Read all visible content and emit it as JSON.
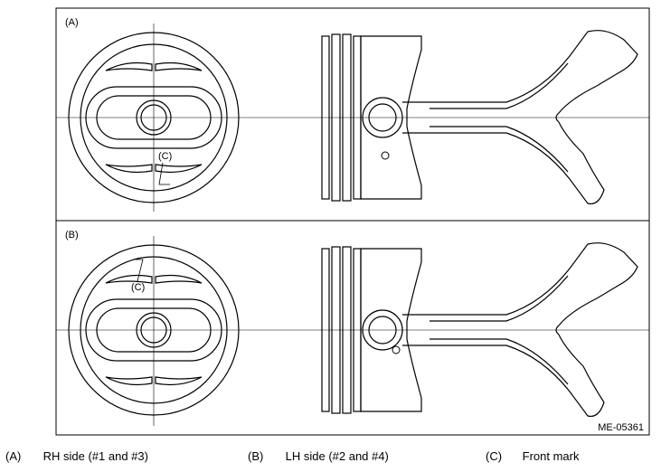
{
  "panels": [
    {
      "label": "(A)",
      "front_mark": "(C)"
    },
    {
      "label": "(B)",
      "front_mark": "(C)"
    }
  ],
  "figure_code": "ME-05361",
  "legend": [
    {
      "key": "(A)",
      "text": "RH side (#1 and #3)"
    },
    {
      "key": "(B)",
      "text": "LH side (#2 and #4)"
    },
    {
      "key": "(C)",
      "text": "Front mark"
    }
  ]
}
